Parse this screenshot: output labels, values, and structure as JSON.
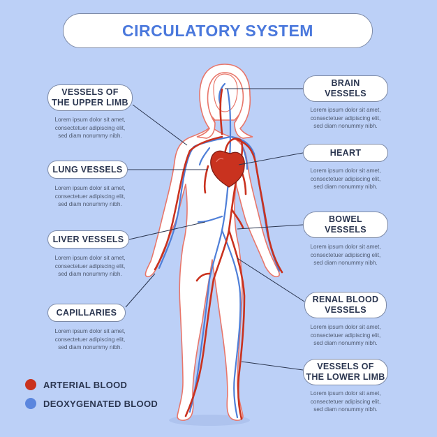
{
  "title": "CIRCULATORY SYSTEM",
  "left_labels": [
    {
      "label": "VESSELS OF\nTHE UPPER LIMB",
      "desc": "Lorem ipsum dolor sit amet,\nconsectetuer adipiscing elit,\nsed diam nonummy nibh."
    },
    {
      "label": "LUNG VESSELS",
      "desc": "Lorem ipsum dolor sit amet,\nconsectetuer adipiscing elit,\nsed diam nonummy nibh."
    },
    {
      "label": "LIVER VESSELS",
      "desc": "Lorem ipsum dolor sit amet,\nconsectetuer adipiscing elit,\nsed diam nonummy nibh."
    },
    {
      "label": "CAPILLARIES",
      "desc": "Lorem ipsum dolor sit amet,\nconsectetuer adipiscing elit,\nsed diam nonummy nibh."
    }
  ],
  "right_labels": [
    {
      "label": "BRAIN\nVESSELS",
      "desc": "Lorem ipsum dolor sit amet,\nconsectetuer adipiscing elit,\nsed diam nonummy nibh."
    },
    {
      "label": "HEART",
      "desc": "Lorem ipsum dolor sit amet,\nconsectetuer adipiscing elit,\nsed diam nonummy nibh."
    },
    {
      "label": "BOWEL\nVESSELS",
      "desc": "Lorem ipsum dolor sit amet,\nconsectetuer adipiscing elit,\nsed diam nonummy nibh."
    },
    {
      "label": "RENAL BLOOD\nVESSELS",
      "desc": "Lorem ipsum dolor sit amet,\nconsectetuer adipiscing elit,\nsed diam nonummy nibh."
    },
    {
      "label": "VESSELS OF\nTHE LOWER LIMB",
      "desc": "Lorem ipsum dolor sit amet,\nconsectetuer adipiscing elit,\nsed diam nonummy nibh."
    }
  ],
  "legend": [
    {
      "label": "ARTERIAL BLOOD",
      "color": "#c9321f"
    },
    {
      "label": "DEOXYGENATED BLOOD",
      "color": "#5b86de"
    }
  ],
  "colors": {
    "background": "#bcd0f7",
    "title": "#4a78dc",
    "artery": "#c9321f",
    "vein": "#4f7fd8",
    "body_outline": "#e8766a"
  }
}
